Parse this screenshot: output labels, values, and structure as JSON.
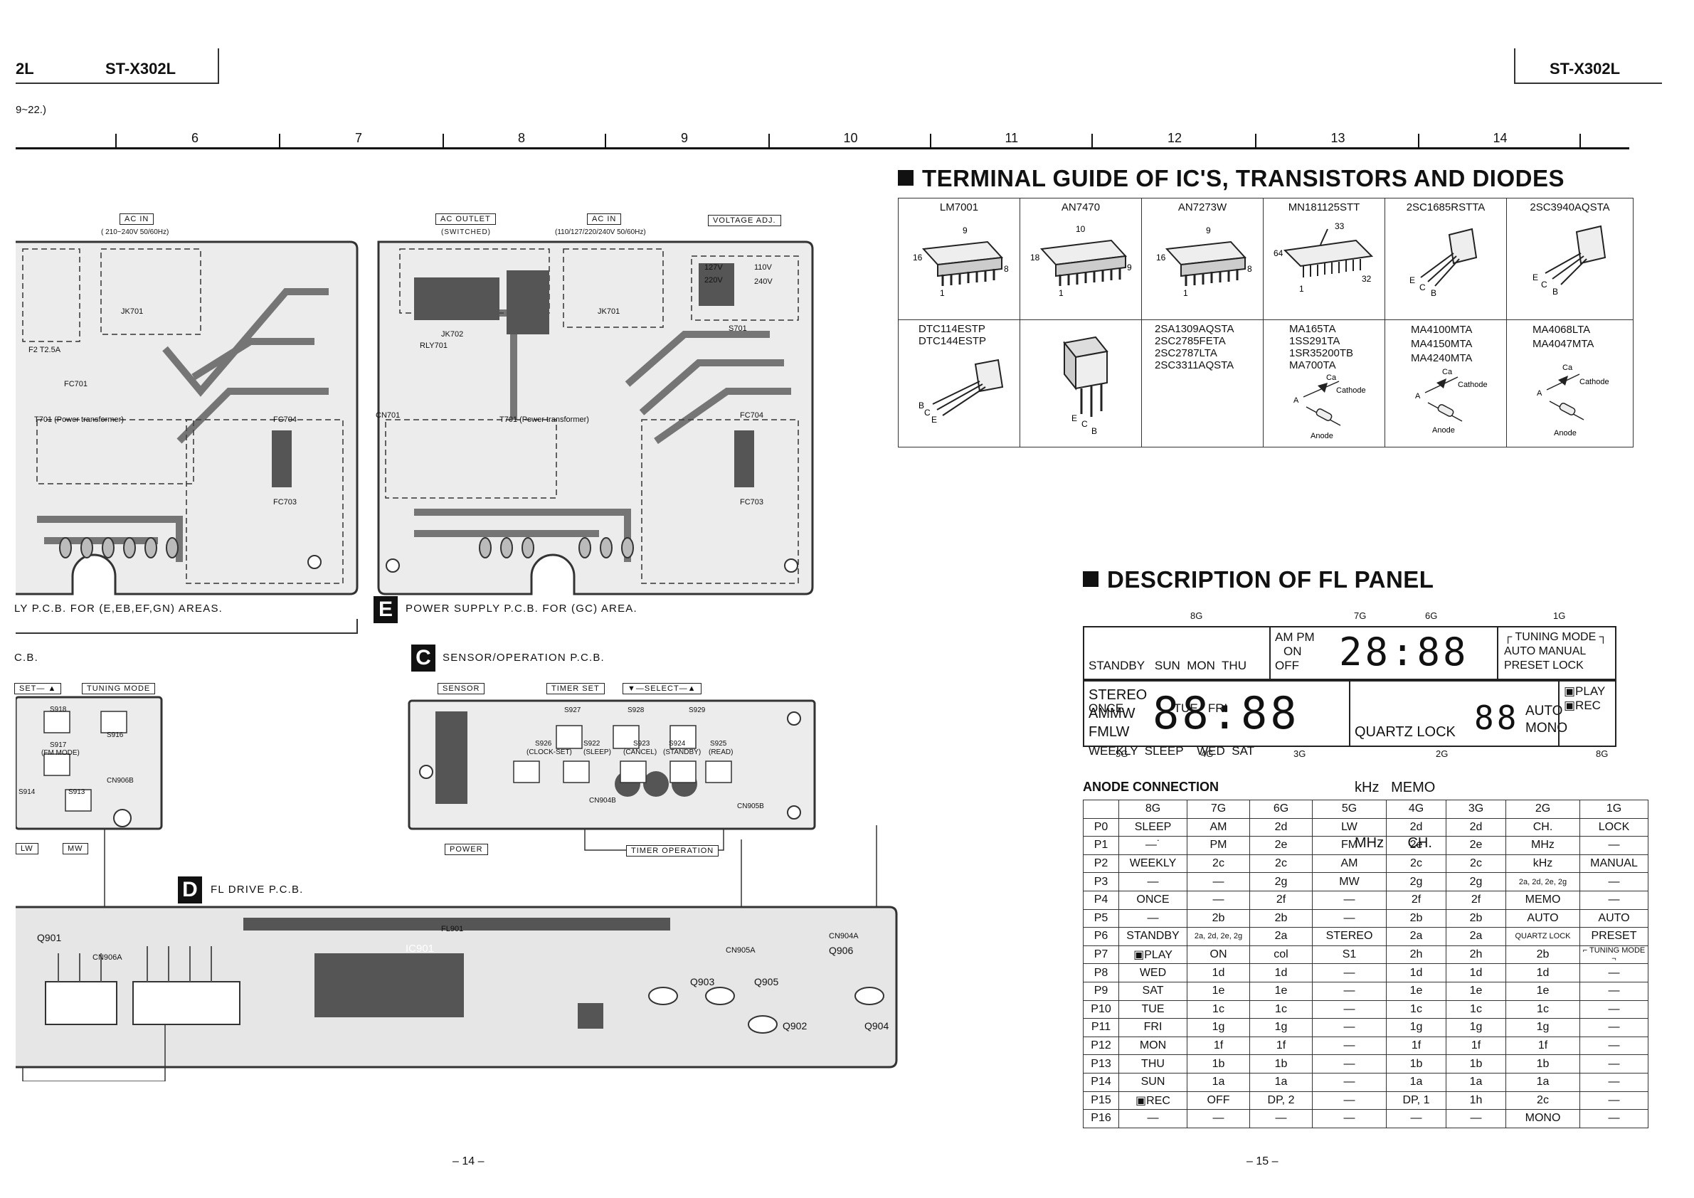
{
  "header": {
    "left_partial": "2L",
    "left_model": "ST-X302L",
    "right_model": "ST-X302L",
    "subnote": "9~22.)"
  },
  "ruler": [
    "6",
    "7",
    "8",
    "9",
    "10",
    "11",
    "12",
    "13",
    "14"
  ],
  "pcb_labels": {
    "ac_in_left": "AC IN",
    "ac_in_left_spec": "( 210~240V 50/60Hz)",
    "ac_outlet": "AC OUTLET",
    "ac_outlet_sub": "(SWITCHED)",
    "ac_in_right": "AC IN",
    "ac_in_right_spec": "(110/127/220/240V 50/60Hz)",
    "voltage_adj": "VOLTAGE ADJ.",
    "jk701": "JK701",
    "jk702": "JK702",
    "rly701": "RLY701",
    "fc701": "FC701",
    "fc704": "FC704",
    "fc703": "FC703",
    "t701": "T701 (Power transformer)",
    "cn701": "CN701",
    "s701": "S701",
    "f_t25a": "F2 T2.5A",
    "v127": "127V",
    "v220": "220V",
    "v110": "110V",
    "v240": "240V"
  },
  "captions": {
    "left_supply": "LY P.C.B. FOR (E,EB,EF,GN) AREAS.",
    "e_badge": "E",
    "e_caption": "POWER SUPPLY P.C.B. FOR (GC) AREA.",
    "c_badge": "C",
    "c_caption": "SENSOR/OPERATION P.C.B.",
    "left_cb": "C.B.",
    "d_badge": "D",
    "d_caption": "FL DRIVE P.C.B."
  },
  "sensor_labels": {
    "sensor": "SENSOR",
    "timer_set": "TIMER SET",
    "select": "▼—SELECT—▲",
    "power": "POWER",
    "timer_operation": "TIMER OPERATION",
    "s927": "S927",
    "s928": "S928",
    "s929": "S929",
    "s926": "S926",
    "s922": "S922",
    "s923": "S923",
    "s924": "S924",
    "s925": "S925",
    "clock_set": "(CLOCK-SET)",
    "sleep": "(SLEEP)",
    "cancel": "(CANCEL)",
    "standby": "(STANDBY)",
    "read": "(READ)",
    "cn905b": "CN905B",
    "cn904b": "CN904B"
  },
  "left_small_labels": {
    "set": "SET— ▲",
    "tuning_mode": "TUNING MODE",
    "lw": "LW",
    "mw": "MW",
    "s918": "S918",
    "s917": "S917",
    "fm_mode": "(FM MODE)",
    "s916": "S916",
    "s914": "S914",
    "s913": "S913",
    "cn906b": "CN906B"
  },
  "fl_drive_labels": {
    "q901": "Q901",
    "q903": "Q903",
    "q905": "Q905",
    "q902": "Q902",
    "q904": "Q904",
    "q906": "Q906",
    "ic901": "IC901",
    "fl901": "FL901",
    "cn904a": "CN904A",
    "cn905a": "CN905A",
    "cn906a": "CN906A"
  },
  "terminal_guide": {
    "title": "TERMINAL GUIDE OF IC'S, TRANSISTORS AND DIODES",
    "row1": [
      {
        "name": "LM7001",
        "pins": [
          "9",
          "16",
          "8",
          "1"
        ]
      },
      {
        "name": "AN7470",
        "pins": [
          "10",
          "18",
          "9",
          "1"
        ]
      },
      {
        "name": "AN7273W",
        "pins": [
          "9",
          "16",
          "8",
          "1"
        ]
      },
      {
        "name": "MN181125STT",
        "pins": [
          "33",
          "64",
          "32",
          "1"
        ]
      },
      {
        "name": "2SC1685RSTTA",
        "pins": [
          "E",
          "C",
          "B"
        ]
      },
      {
        "name": "2SC3940AQSTA",
        "pins": [
          "E",
          "C",
          "B"
        ]
      }
    ],
    "row2": [
      {
        "names": [
          "DTC114ESTP",
          "DTC144ESTP"
        ],
        "pins": [
          "B",
          "C",
          "E"
        ]
      },
      {
        "names": [],
        "pins": [
          "E",
          "C",
          "B"
        ]
      },
      {
        "names": [
          "2SA1309AQSTA",
          "2SC2785FETA",
          "2SC2787LTA",
          "2SC3311AQSTA"
        ],
        "pins": []
      },
      {
        "names": [
          "MA165TA",
          "1SS291TA",
          "1SR35200TB",
          "MA700TA"
        ],
        "pins": [
          "Ca",
          "Cathode",
          "A",
          "Anode"
        ]
      },
      {
        "names": [
          "MA4100MTA",
          "MA4150MTA",
          "MA4240MTA"
        ],
        "pins": [
          "Ca",
          "Cathode",
          "A",
          "Anode"
        ]
      },
      {
        "names": [
          "MA4068LTA",
          "MA4047MTA"
        ],
        "pins": [
          "Ca",
          "Cathode",
          "A",
          "Anode"
        ]
      }
    ]
  },
  "fl_panel": {
    "title": "DESCRIPTION OF FL PANEL",
    "grid_top": [
      "8G",
      "7G",
      "6G",
      "1G"
    ],
    "grid_bottom": [
      "5G",
      "4G",
      "3G",
      "2G",
      "8G"
    ],
    "top_left_rows": [
      "STANDBY   SUN  MON  THU",
      "ONCE               TUE   FRI",
      "WEEKLY  SLEEP    WED  SAT"
    ],
    "ampm": [
      "AM PM",
      "ON",
      "OFF"
    ],
    "tuning_box": [
      "┌ TUNING MODE ┐",
      "AUTO  MANUAL",
      "PRESET  LOCK"
    ],
    "band": [
      "STEREO",
      "AMMW",
      "FMLW"
    ],
    "quartz": [
      "QUARTZ LOCK",
      "kHz   MEMO",
      "MHz      CH."
    ],
    "auto_mono": [
      "AUTO",
      "MONO"
    ],
    "play_rec": [
      "▣PLAY",
      "▣REC"
    ],
    "digits_top": "28:88",
    "digits_bottom": "88:88",
    "digit_small": "88"
  },
  "anode": {
    "title": "ANODE CONNECTION",
    "headers": [
      "",
      "8G",
      "7G",
      "6G",
      "5G",
      "4G",
      "3G",
      "2G",
      "1G"
    ],
    "rows": [
      [
        "P0",
        "SLEEP",
        "AM",
        "2d",
        "LW",
        "2d",
        "2d",
        "CH.",
        "LOCK"
      ],
      [
        "P1",
        "—˙",
        "PM",
        "2e",
        "FM",
        "2e",
        "2e",
        "MHz",
        "—"
      ],
      [
        "P2",
        "WEEKLY",
        "2c",
        "2c",
        "AM",
        "2c",
        "2c",
        "kHz",
        "MANUAL"
      ],
      [
        "P3",
        "—",
        "—",
        "2g",
        "MW",
        "2g",
        "2g",
        "2a, 2d, 2e, 2g",
        "—"
      ],
      [
        "P4",
        "ONCE",
        "—",
        "2f",
        "—",
        "2f",
        "2f",
        "MEMO",
        "—"
      ],
      [
        "P5",
        "—",
        "2b",
        "2b",
        "—",
        "2b",
        "2b",
        "AUTO",
        "AUTO"
      ],
      [
        "P6",
        "STANDBY",
        "2a, 2d, 2e, 2g",
        "2a",
        "STEREO",
        "2a",
        "2a",
        "QUARTZ LOCK",
        "PRESET"
      ],
      [
        "P7",
        "▣PLAY",
        "ON",
        "col",
        "S1",
        "2h",
        "2h",
        "2b",
        "⌐ TUNING MODE ¬"
      ],
      [
        "P8",
        "WED",
        "1d",
        "1d",
        "—",
        "1d",
        "1d",
        "1d",
        "—"
      ],
      [
        "P9",
        "SAT",
        "1e",
        "1e",
        "—",
        "1e",
        "1e",
        "1e",
        "—"
      ],
      [
        "P10",
        "TUE",
        "1c",
        "1c",
        "—",
        "1c",
        "1c",
        "1c",
        "—"
      ],
      [
        "P11",
        "FRI",
        "1g",
        "1g",
        "—",
        "1g",
        "1g",
        "1g",
        "—"
      ],
      [
        "P12",
        "MON",
        "1f",
        "1f",
        "—",
        "1f",
        "1f",
        "1f",
        "—"
      ],
      [
        "P13",
        "THU",
        "1b",
        "1b",
        "—",
        "1b",
        "1b",
        "1b",
        "—"
      ],
      [
        "P14",
        "SUN",
        "1a",
        "1a",
        "—",
        "1a",
        "1a",
        "1a",
        "—"
      ],
      [
        "P15",
        "▣REC",
        "OFF",
        "DP, 2",
        "—",
        "DP, 1",
        "1h",
        "2c",
        "—"
      ],
      [
        "P16",
        "—",
        "—",
        "—",
        "—",
        "—",
        "—",
        "MONO",
        "—"
      ]
    ]
  },
  "page_numbers": {
    "left": "– 14 –",
    "right": "– 15 –"
  }
}
